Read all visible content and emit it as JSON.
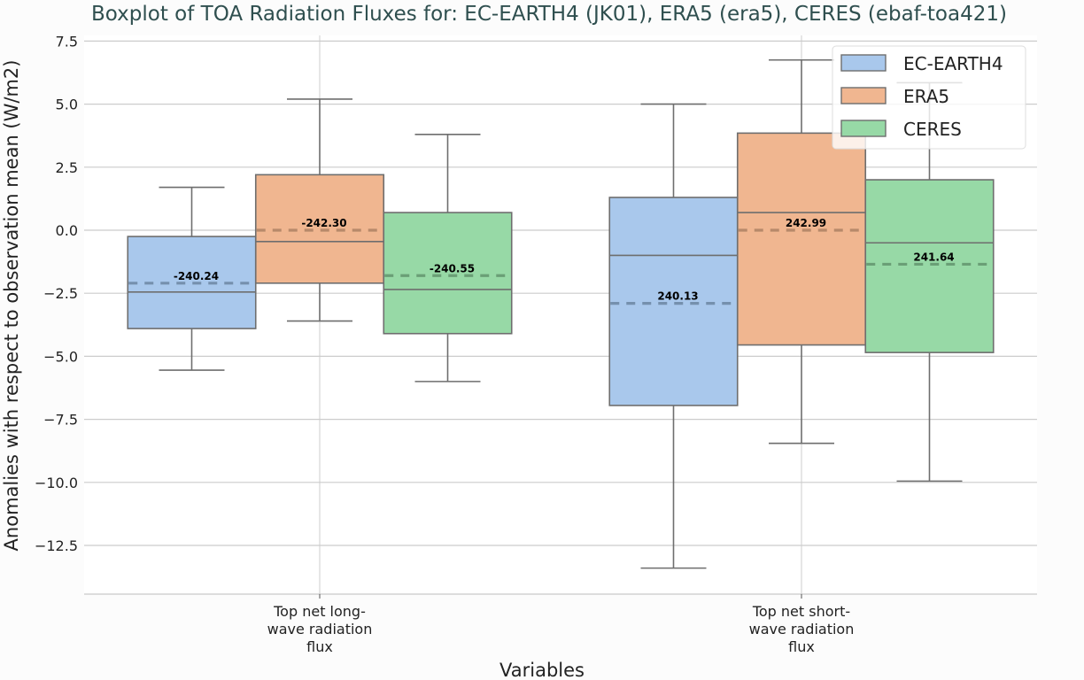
{
  "chart_data": {
    "type": "boxplot",
    "title": "Boxplot of TOA Radiation Fluxes for: EC-EARTH4 (JK01), ERA5 (era5), CERES (ebaf-toa421)",
    "xlabel": "Variables",
    "ylabel": "Anomalies with respect to observation mean (W/m2)",
    "ylim": [
      -14.5,
      7.8
    ],
    "yticks": [
      7.5,
      5.0,
      2.5,
      0.0,
      -2.5,
      -5.0,
      -7.5,
      -10.0,
      -12.5
    ],
    "ytick_labels": [
      "7.5",
      "5.0",
      "2.5",
      "0.0",
      "−2.5",
      "−5.0",
      "−7.5",
      "−10.0",
      "−12.5"
    ],
    "grid": true,
    "legend_position": "upper right",
    "categories": [
      {
        "label_lines": [
          "Top net long-",
          "wave radiation",
          "flux"
        ]
      },
      {
        "label_lines": [
          "Top net short-",
          "wave radiation",
          "flux"
        ]
      }
    ],
    "series": [
      {
        "name": "EC-EARTH4",
        "color": "#a9c8ec",
        "mean_color": "#7590ad",
        "boxes": [
          {
            "whisker_low": -5.55,
            "q1": -3.9,
            "median": -2.45,
            "q3": -0.25,
            "whisker_high": 1.7,
            "mean": -2.1,
            "mean_label": "-240.24"
          },
          {
            "whisker_low": -13.4,
            "q1": -6.95,
            "median": -1.0,
            "q3": 1.3,
            "whisker_high": 5.0,
            "mean": -2.9,
            "mean_label": "240.13"
          }
        ]
      },
      {
        "name": "ERA5",
        "color": "#f0b690",
        "mean_color": "#b7896a",
        "boxes": [
          {
            "whisker_low": -3.6,
            "q1": -2.1,
            "median": -0.45,
            "q3": 2.2,
            "whisker_high": 5.2,
            "mean": 0.0,
            "mean_label": "-242.30"
          },
          {
            "whisker_low": -8.45,
            "q1": -4.55,
            "median": 0.7,
            "q3": 3.85,
            "whisker_high": 6.75,
            "mean": 0.0,
            "mean_label": "242.99"
          }
        ]
      },
      {
        "name": "CERES",
        "color": "#97d9a6",
        "mean_color": "#6a9f76",
        "boxes": [
          {
            "whisker_low": -6.0,
            "q1": -4.1,
            "median": -2.35,
            "q3": 0.7,
            "whisker_high": 3.8,
            "mean": -1.8,
            "mean_label": "-240.55"
          },
          {
            "whisker_low": -9.95,
            "q1": -4.85,
            "median": -0.5,
            "q3": 2.0,
            "whisker_high": 5.85,
            "mean": -1.35,
            "mean_label": "241.64"
          }
        ]
      }
    ]
  },
  "legend": {
    "items": [
      {
        "label": "EC-EARTH4",
        "color": "#a9c8ec"
      },
      {
        "label": "ERA5",
        "color": "#f0b690"
      },
      {
        "label": "CERES",
        "color": "#97d9a6"
      }
    ]
  },
  "colors": {
    "grid": "#cccccc",
    "box_edge": "#6e6e6e",
    "title": "#2f4f4f",
    "background": "#fcfcfc",
    "plot_background": "#ffffff"
  }
}
